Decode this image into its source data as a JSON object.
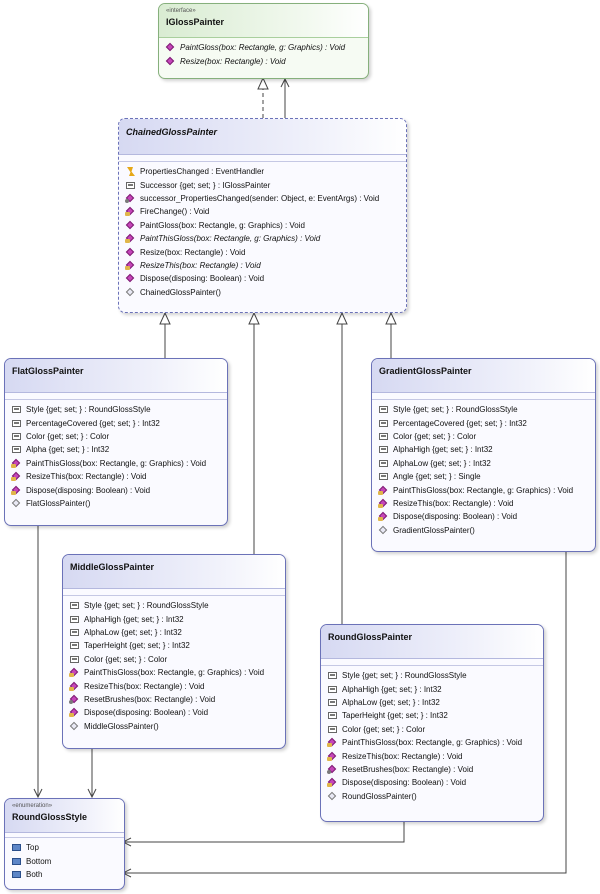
{
  "diagram": {
    "igloss": {
      "stereotype": "«interface»",
      "name": "IGlossPainter",
      "members": [
        {
          "icon": "method-icon",
          "text": "PaintGloss(box: Rectangle, g: Graphics) : Void",
          "italic": true
        },
        {
          "icon": "method-icon",
          "text": "Resize(box: Rectangle) : Void",
          "italic": true
        }
      ]
    },
    "chained": {
      "name": "ChainedGlossPainter",
      "members": [
        {
          "icon": "event-icon",
          "text": "PropertiesChanged : EventHandler"
        },
        {
          "icon": "property-icon",
          "text": "Successor {get; set; } : IGlossPainter"
        },
        {
          "icon": "private-method-icon",
          "text": "successor_PropertiesChanged(sender: Object, e: EventArgs) : Void"
        },
        {
          "icon": "protected-method-icon",
          "text": "FireChange() : Void"
        },
        {
          "icon": "method-icon",
          "text": "PaintGloss(box: Rectangle, g: Graphics) : Void"
        },
        {
          "icon": "protected-method-icon",
          "text": "PaintThisGloss(box: Rectangle, g: Graphics) : Void",
          "italic": true
        },
        {
          "icon": "method-icon",
          "text": "Resize(box: Rectangle) : Void"
        },
        {
          "icon": "protected-method-icon",
          "text": "ResizeThis(box: Rectangle) : Void",
          "italic": true
        },
        {
          "icon": "method-icon",
          "text": "Dispose(disposing: Boolean) : Void"
        },
        {
          "icon": "constructor-icon",
          "text": "ChainedGlossPainter()"
        }
      ]
    },
    "flat": {
      "name": "FlatGlossPainter",
      "members": [
        {
          "icon": "property-icon",
          "text": "Style {get; set; } : RoundGlossStyle"
        },
        {
          "icon": "property-icon",
          "text": "PercentageCovered {get; set; } : Int32"
        },
        {
          "icon": "property-icon",
          "text": "Color {get; set; } : Color"
        },
        {
          "icon": "property-icon",
          "text": "Alpha {get; set; } : Int32"
        },
        {
          "icon": "protected-method-icon",
          "text": "PaintThisGloss(box: Rectangle, g: Graphics) : Void"
        },
        {
          "icon": "protected-method-icon",
          "text": "ResizeThis(box: Rectangle) : Void"
        },
        {
          "icon": "protected-method-icon",
          "text": "Dispose(disposing: Boolean) : Void"
        },
        {
          "icon": "constructor-icon",
          "text": "FlatGlossPainter()"
        }
      ]
    },
    "gradient": {
      "name": "GradientGlossPainter",
      "members": [
        {
          "icon": "property-icon",
          "text": "Style {get; set; } : RoundGlossStyle"
        },
        {
          "icon": "property-icon",
          "text": "PercentageCovered {get; set; } : Int32"
        },
        {
          "icon": "property-icon",
          "text": "Color {get; set; } : Color"
        },
        {
          "icon": "property-icon",
          "text": "AlphaHigh {get; set; } : Int32"
        },
        {
          "icon": "property-icon",
          "text": "AlphaLow {get; set; } : Int32"
        },
        {
          "icon": "property-icon",
          "text": "Angle {get; set; } : Single"
        },
        {
          "icon": "protected-method-icon",
          "text": "PaintThisGloss(box: Rectangle, g: Graphics) : Void"
        },
        {
          "icon": "protected-method-icon",
          "text": "ResizeThis(box: Rectangle) : Void"
        },
        {
          "icon": "protected-method-icon",
          "text": "Dispose(disposing: Boolean) : Void"
        },
        {
          "icon": "constructor-icon",
          "text": "GradientGlossPainter()"
        }
      ]
    },
    "middle": {
      "name": "MiddleGlossPainter",
      "members": [
        {
          "icon": "property-icon",
          "text": "Style {get; set; } : RoundGlossStyle"
        },
        {
          "icon": "property-icon",
          "text": "AlphaHigh {get; set; } : Int32"
        },
        {
          "icon": "property-icon",
          "text": "AlphaLow {get; set; } : Int32"
        },
        {
          "icon": "property-icon",
          "text": "TaperHeight {get; set; } : Int32"
        },
        {
          "icon": "property-icon",
          "text": "Color {get; set; } : Color"
        },
        {
          "icon": "protected-method-icon",
          "text": "PaintThisGloss(box: Rectangle, g: Graphics) : Void"
        },
        {
          "icon": "protected-method-icon",
          "text": "ResizeThis(box: Rectangle) : Void"
        },
        {
          "icon": "private-method-icon",
          "text": "ResetBrushes(box: Rectangle) : Void"
        },
        {
          "icon": "protected-method-icon",
          "text": "Dispose(disposing: Boolean) : Void"
        },
        {
          "icon": "constructor-icon",
          "text": "MiddleGlossPainter()"
        }
      ]
    },
    "round": {
      "name": "RoundGlossPainter",
      "members": [
        {
          "icon": "property-icon",
          "text": "Style {get; set; } : RoundGlossStyle"
        },
        {
          "icon": "property-icon",
          "text": "AlphaHigh {get; set; } : Int32"
        },
        {
          "icon": "property-icon",
          "text": "AlphaLow {get; set; } : Int32"
        },
        {
          "icon": "property-icon",
          "text": "TaperHeight {get; set; } : Int32"
        },
        {
          "icon": "property-icon",
          "text": "Color {get; set; } : Color"
        },
        {
          "icon": "protected-method-icon",
          "text": "PaintThisGloss(box: Rectangle, g: Graphics) : Void"
        },
        {
          "icon": "protected-method-icon",
          "text": "ResizeThis(box: Rectangle) : Void"
        },
        {
          "icon": "private-method-icon",
          "text": "ResetBrushes(box: Rectangle) : Void"
        },
        {
          "icon": "protected-method-icon",
          "text": "Dispose(disposing: Boolean) : Void"
        },
        {
          "icon": "constructor-icon",
          "text": "RoundGlossPainter()"
        }
      ]
    },
    "style": {
      "stereotype": "«enumeration»",
      "name": "RoundGlossStyle",
      "members": [
        {
          "icon": "enum-value-icon",
          "text": "Top"
        },
        {
          "icon": "enum-value-icon",
          "text": "Bottom"
        },
        {
          "icon": "enum-value-icon",
          "text": "Both"
        }
      ]
    }
  },
  "colors": {
    "border": "#6b72b8",
    "interface_border": "#86b07c",
    "line": "#444444"
  }
}
